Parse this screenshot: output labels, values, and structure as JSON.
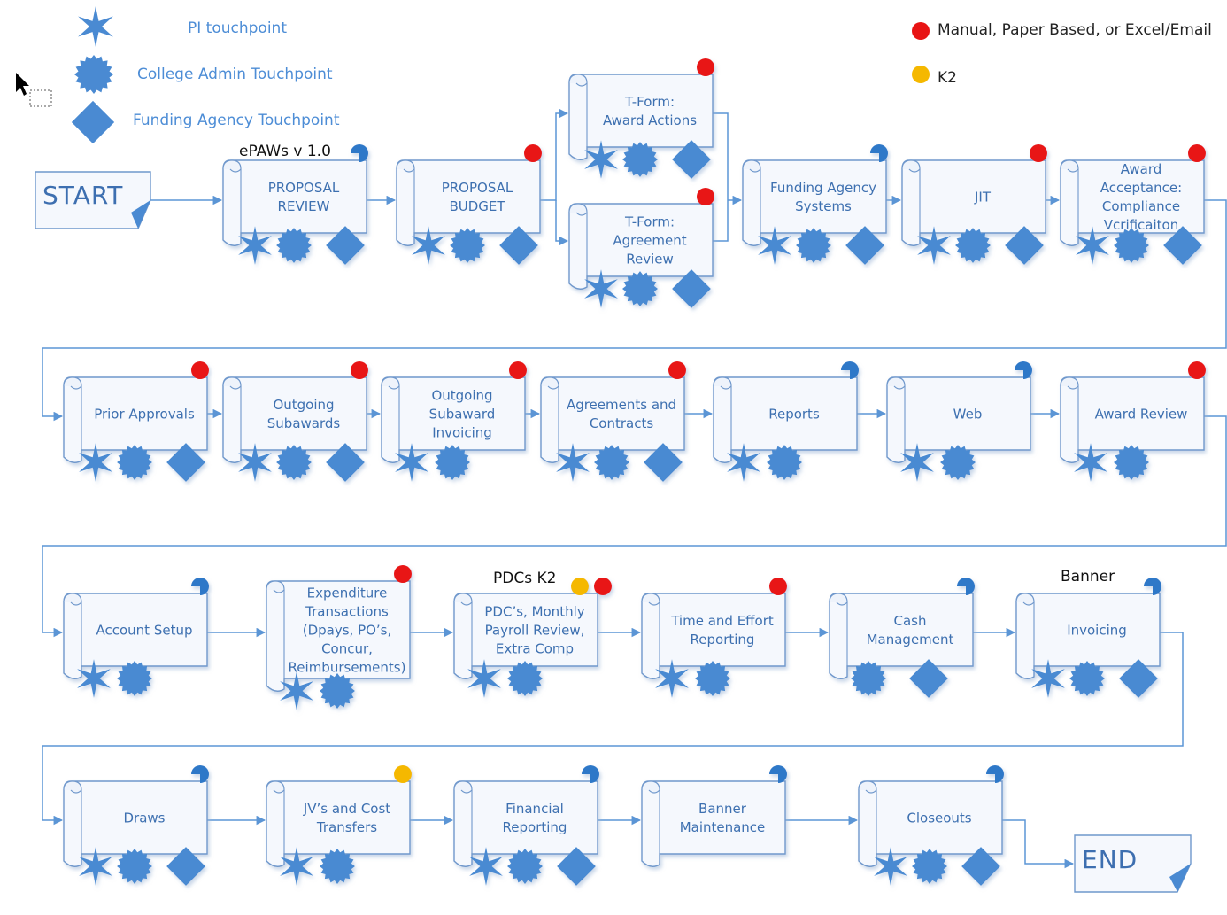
{
  "legend": {
    "touchpoints": [
      {
        "id": "pi",
        "label": "PI touchpoint",
        "icon": "star-icon"
      },
      {
        "id": "college",
        "label": "College Admin Touchpoint",
        "icon": "seal-icon"
      },
      {
        "id": "funding",
        "label": "Funding Agency Touchpoint",
        "icon": "diamond-icon"
      }
    ],
    "status": [
      {
        "id": "manual",
        "label": "Manual, Paper Based, or Excel/Email",
        "color": "#e81313"
      },
      {
        "id": "k2",
        "label": "K2",
        "color": "#f5b800"
      }
    ]
  },
  "colors": {
    "accent": "#4a8ad2",
    "line": "#5b95d5",
    "text": "#3d6fb0",
    "manual": "#e81313",
    "k2": "#f5b800",
    "system": "#2f78c8"
  },
  "terminals": {
    "start": "START",
    "end": "END"
  },
  "captions": {
    "epaws": "ePAWs v 1.0",
    "pdcs": "PDCs K2",
    "banner": "Banner"
  },
  "steps": [
    {
      "id": "proposal-review",
      "lines": [
        "PROPOSAL",
        "REVIEW"
      ],
      "status": "system",
      "touchpoints": [
        "pi",
        "college",
        "funding"
      ]
    },
    {
      "id": "proposal-budget",
      "lines": [
        "PROPOSAL",
        "BUDGET"
      ],
      "status": "manual",
      "touchpoints": [
        "pi",
        "college",
        "funding"
      ]
    },
    {
      "id": "tform-award-actions",
      "lines": [
        "T-Form:",
        "Award Actions"
      ],
      "status": "manual",
      "touchpoints": [
        "pi",
        "college",
        "funding"
      ]
    },
    {
      "id": "tform-agreement-review",
      "lines": [
        "T-Form:",
        "Agreement",
        "Review"
      ],
      "status": "manual",
      "touchpoints": [
        "pi",
        "college",
        "funding"
      ]
    },
    {
      "id": "funding-agency-systems",
      "lines": [
        "Funding Agency",
        "Systems"
      ],
      "status": "system",
      "touchpoints": [
        "pi",
        "college",
        "funding"
      ]
    },
    {
      "id": "jit",
      "lines": [
        "JIT"
      ],
      "status": "manual",
      "touchpoints": [
        "pi",
        "college",
        "funding"
      ]
    },
    {
      "id": "award-acceptance",
      "lines": [
        "Award",
        "Acceptance:",
        "Compliance",
        "Vcrificaiton"
      ],
      "status": "manual",
      "touchpoints": [
        "pi",
        "college",
        "funding"
      ]
    },
    {
      "id": "prior-approvals",
      "lines": [
        "Prior Approvals"
      ],
      "status": "manual",
      "touchpoints": [
        "pi",
        "college",
        "funding"
      ]
    },
    {
      "id": "outgoing-subawards",
      "lines": [
        "Outgoing",
        "Subawards"
      ],
      "status": "manual",
      "touchpoints": [
        "pi",
        "college",
        "funding"
      ]
    },
    {
      "id": "outgoing-subaward-invoicing",
      "lines": [
        "Outgoing",
        "Subaward",
        "Invoicing"
      ],
      "status": "manual",
      "touchpoints": [
        "pi",
        "college"
      ]
    },
    {
      "id": "agreements-contracts",
      "lines": [
        "Agreements and",
        "Contracts"
      ],
      "status": "manual",
      "touchpoints": [
        "pi",
        "college",
        "funding"
      ]
    },
    {
      "id": "reports",
      "lines": [
        "Reports"
      ],
      "status": "system",
      "touchpoints": [
        "pi",
        "college"
      ]
    },
    {
      "id": "web",
      "lines": [
        "Web"
      ],
      "status": "system",
      "touchpoints": [
        "pi",
        "college"
      ]
    },
    {
      "id": "award-review",
      "lines": [
        "Award Review"
      ],
      "status": "manual",
      "touchpoints": [
        "pi",
        "college"
      ]
    },
    {
      "id": "account-setup",
      "lines": [
        "Account Setup"
      ],
      "status": "system",
      "touchpoints": [
        "pi",
        "college"
      ]
    },
    {
      "id": "expenditure-transactions",
      "lines": [
        "Expenditure",
        "Transactions",
        "(Dpays, PO’s,",
        "Concur,",
        "Reimbursements)"
      ],
      "status": "manual",
      "touchpoints": [
        "pi",
        "college"
      ]
    },
    {
      "id": "pdcs",
      "lines": [
        "PDC’s, Monthly",
        "Payroll Review,",
        "Extra Comp"
      ],
      "status": "k2-manual",
      "touchpoints": [
        "pi",
        "college"
      ]
    },
    {
      "id": "time-effort",
      "lines": [
        "Time and Effort",
        "Reporting"
      ],
      "status": "manual",
      "touchpoints": [
        "pi",
        "college"
      ]
    },
    {
      "id": "cash-management",
      "lines": [
        "Cash",
        "Management"
      ],
      "status": "system",
      "touchpoints": [
        "college",
        "funding"
      ]
    },
    {
      "id": "invoicing",
      "lines": [
        "Invoicing"
      ],
      "status": "system",
      "touchpoints": [
        "pi",
        "college",
        "funding"
      ]
    },
    {
      "id": "draws",
      "lines": [
        "Draws"
      ],
      "status": "system",
      "touchpoints": [
        "pi",
        "college",
        "funding"
      ]
    },
    {
      "id": "jvs-cost-transfers",
      "lines": [
        "JV’s and Cost",
        "Transfers"
      ],
      "status": "k2",
      "touchpoints": [
        "pi",
        "college"
      ]
    },
    {
      "id": "financial-reporting",
      "lines": [
        "Financial",
        "Reporting"
      ],
      "status": "system",
      "touchpoints": [
        "pi",
        "college",
        "funding"
      ]
    },
    {
      "id": "banner-maintenance",
      "lines": [
        "Banner",
        "Maintenance"
      ],
      "status": "system",
      "touchpoints": []
    },
    {
      "id": "closeouts",
      "lines": [
        "Closeouts"
      ],
      "status": "system",
      "touchpoints": [
        "pi",
        "college",
        "funding"
      ]
    }
  ]
}
